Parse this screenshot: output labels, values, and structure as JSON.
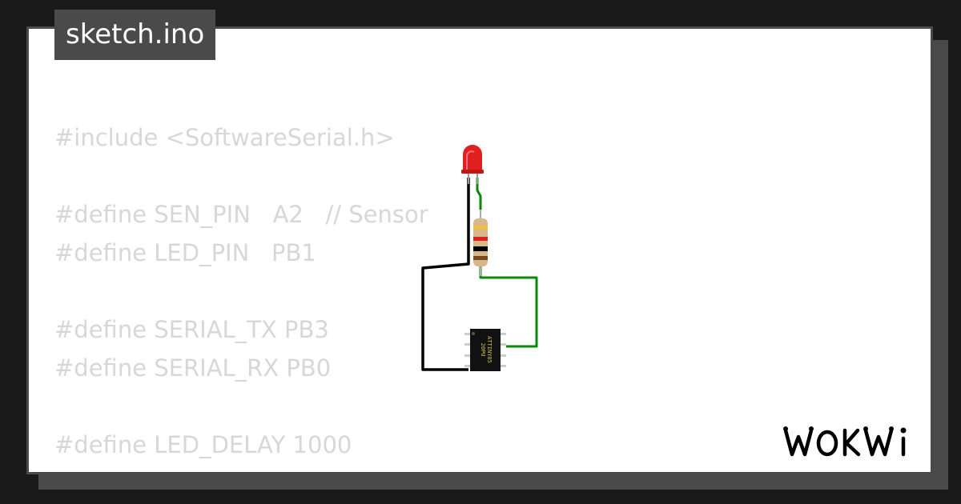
{
  "title_tab": {
    "label": "sketch.ino"
  },
  "code": {
    "lines": [
      "#include <SoftwareSerial.h>",
      "#define SEN_PIN   A2   // Sensor",
      "#define LED_PIN   PB1",
      "#define SERIAL_TX PB3",
      "#define SERIAL_RX PB0",
      "#define LED_DELAY 1000"
    ]
  },
  "circuit": {
    "chip": {
      "line1": "ATTINY85",
      "line2": "20PU"
    },
    "led_color": "#e02020",
    "wire_colors": {
      "ground": "#000000",
      "signal": "#0a8a0a"
    }
  },
  "brand": {
    "logo_text": "WOKWI"
  },
  "colors": {
    "background": "#1a1a1a",
    "card": "#ffffff",
    "card_border": "#4a4a4a",
    "code_text": "#d7d7d7",
    "tab_bg": "#4a4a4a"
  }
}
